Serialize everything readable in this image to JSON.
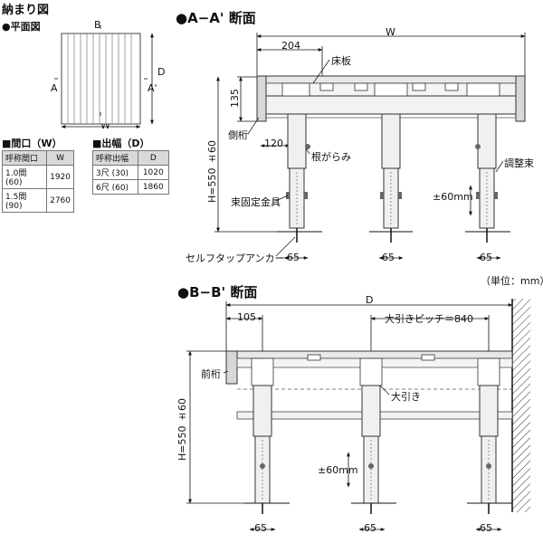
{
  "title": "納まり図",
  "plan": {
    "heading": "●平面図",
    "label_a": "A",
    "label_a2": "A'",
    "label_b": "B",
    "label_b2": "B'",
    "label_w": "W",
    "label_d": "D"
  },
  "table_w": {
    "heading": "■間口（W）",
    "col1": "呼称間口",
    "col2": "W",
    "rows": [
      {
        "name": "1.0間 (60)",
        "value": "1920"
      },
      {
        "name": "1.5間 (90)",
        "value": "2760"
      }
    ]
  },
  "table_d": {
    "heading": "■出幅（D）",
    "col1": "呼称出幅",
    "col2": "D",
    "rows": [
      {
        "name": "3尺 (30)",
        "value": "1020"
      },
      {
        "name": "6尺 (60)",
        "value": "1860"
      }
    ]
  },
  "section_a": {
    "heading": "●A−A' 断面",
    "dim_w": "W",
    "dim_204": "204",
    "dim_135": "135",
    "dim_120": "120",
    "dim_h": "H=550 ±60",
    "dim_60mm": "±60mm",
    "dim_65_1": "65",
    "dim_65_2": "65",
    "dim_65_3": "65",
    "label_yukaita": "床板",
    "label_sokuketa": "側桁",
    "label_negarami": "根がらみ",
    "label_chosei": "調整束",
    "label_kotei": "束固定金具",
    "label_anchor": "セルフタップアンカー"
  },
  "unit": "（単位：mm）",
  "section_b": {
    "heading": "●B−B' 断面",
    "dim_d": "D",
    "dim_105": "105",
    "dim_pitch": "大引きピッチ＝840",
    "dim_h": "H=550 ±60",
    "dim_60mm": "±60mm",
    "dim_65_1": "65",
    "dim_65_2": "65",
    "dim_65_3": "65",
    "label_maeketa": "前桁",
    "label_obiki": "大引き"
  }
}
